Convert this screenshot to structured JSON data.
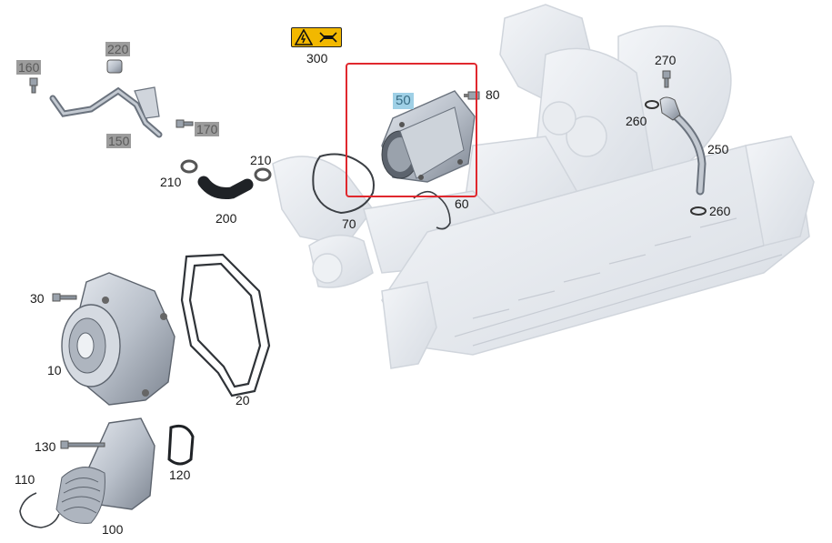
{
  "diagram": {
    "labels": {
      "p10": "10",
      "p20": "20",
      "p30": "30",
      "p50": "50",
      "p60": "60",
      "p70": "70",
      "p80": "80",
      "p100": "100",
      "p110": "110",
      "p120": "120",
      "p130": "130",
      "p150": "150",
      "p160": "160",
      "p170": "170",
      "p200": "200",
      "p210a": "210",
      "p210b": "210",
      "p220": "220",
      "p250": "250",
      "p260a": "260",
      "p260b": "260",
      "p270": "270",
      "p300": "300"
    },
    "icons": {
      "warning": "warning-triangle-icon",
      "tool": "wrench-tool-icon"
    },
    "colors": {
      "highlight": "#e0282e",
      "highlight_tag": "#9fd0e6",
      "grey_tag": "#9c9c9c",
      "warning": "#f2b800"
    }
  }
}
